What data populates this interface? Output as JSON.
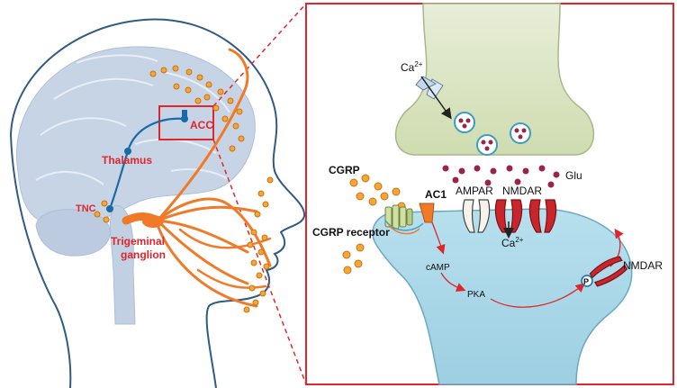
{
  "labels": {
    "acc": "ACC",
    "thalamus": "Thalamus",
    "tnc": "TNC",
    "trigeminal_line1": "Trigeminal",
    "trigeminal_line2": "ganglion",
    "ca_top_base": "Ca",
    "ca_top_sup": "2+",
    "glu": "Glu",
    "cgrp": "CGRP",
    "ac1": "AC1",
    "ampar": "AMPAR",
    "nmdar_top": "NMDAR",
    "ca_bottom_base": "Ca",
    "ca_bottom_sup": "2+",
    "cgrp_receptor": "CGRP receptor",
    "camp": "cAMP",
    "pka": "PKA",
    "p": "P",
    "nmdar_right": "NMDAR"
  },
  "colors": {
    "brain": "#c7d4e6",
    "head_outline": "#2f5b84",
    "nerve": "#f07a28",
    "pathway": "#1a6aa8",
    "label_red": "#e0262b",
    "frame": "#e0262b",
    "presynaptic": "#dde6c8",
    "postsynaptic": "#a8d6e6",
    "receptor_red": "#c9252c",
    "cgrp_dot": "#f7a632",
    "glu_dot": "#9b2449"
  }
}
